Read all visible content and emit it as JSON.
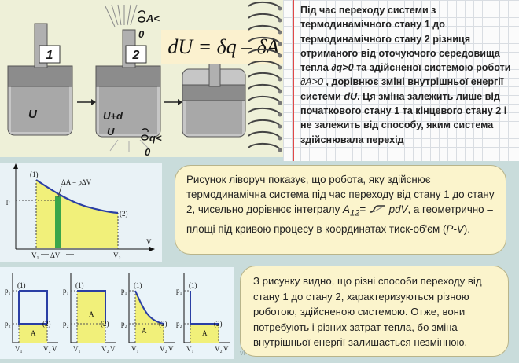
{
  "illustration": {
    "state1_label": "1",
    "state2_label": "2",
    "energy_u": "U",
    "energy_u_du_line1": "U+d",
    "energy_u_du_line2": "U",
    "work_neg_label": "A<",
    "work_neg_zero": "0",
    "heat_neg_label": "q<",
    "heat_neg_zero": "0",
    "formula": "dU = δq – δA",
    "colors": {
      "piston": "#7d7d7d",
      "gas": "#9a9a9a",
      "label_box": "#ffffff"
    }
  },
  "notebook": {
    "text_part1": "Під час переходу системи з термодинамічного стану 1 до термодинамічного стану 2 різниця отриманого від оточуючого середовища тепла ",
    "sym_q": "q>0",
    "text_part2": " та здійсненої системою роботи ",
    "sym_a": "A>0",
    "text_part3": " , дорівнює зміні внутрішньої енергії системи ",
    "sym_du": "dU",
    "text_part4": ". Ця зміна залежить лише від початкового стану 1 та кінцевого стану 2 і не залежить від способу, яким система здійснювала перехід"
  },
  "callout1": {
    "text_part1": "Рисунок ліворуч показує, що робота, яку здійснює термодинамічна система під час переходу від стану 1 до стану 2, чисельно дорівнює інтегралу ",
    "a12": "A",
    "a12_sub": "12",
    "eq": "= ",
    "pdv": " pdV",
    "text_part2": ", а геометрично – площі під кривою процесу в координатах тиск-об'єм (",
    "pv": "P-V",
    "text_part3": ")."
  },
  "callout2": {
    "text": "З рисунку видно, що різні способи переходу від стану 1 до стану 2, характеризуються різною роботою, здійсненою системою. Отже, вони потребують і різних затрат тепла, бо зміна внутрішньої енергії  залишається незмінною."
  },
  "graph_main": {
    "p_label": "p",
    "v_label": "V",
    "point1": "(1)",
    "point2": "(2)",
    "v1": "V₁",
    "v2": "V₂",
    "dv": "ΔV",
    "da_label": "ΔA = pΔV",
    "colors": {
      "area": "#f1f07a",
      "strip": "#3aa64a",
      "curve": "#2b3fa5"
    }
  },
  "graph_row": {
    "p1": "p₁",
    "p2": "p₂",
    "v1": "V₁",
    "v2": "V₂",
    "v": "V",
    "pt1": "(1)",
    "pt2": "(2)",
    "area_label": "A"
  },
  "watermark": "vi"
}
